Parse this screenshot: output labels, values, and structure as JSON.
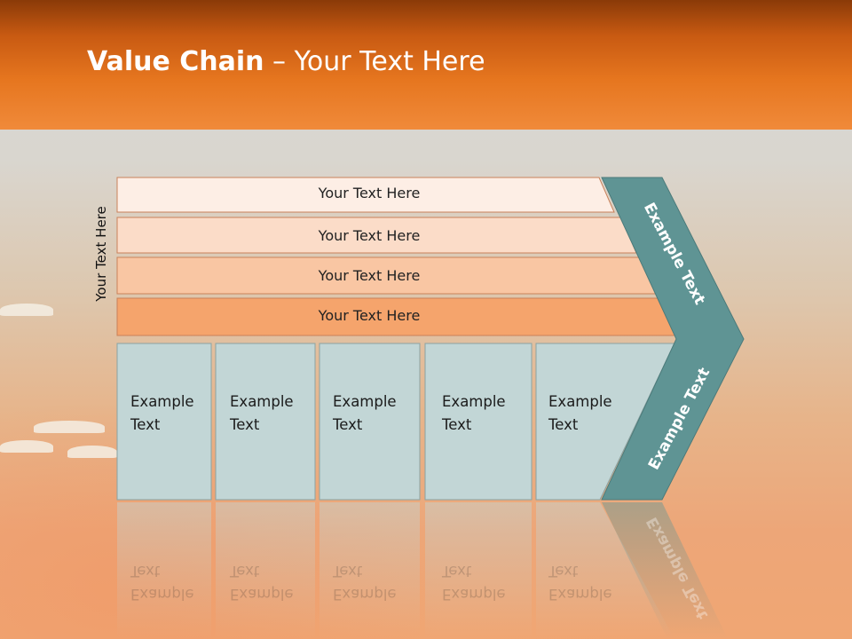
{
  "slide": {
    "title_bold": "Value Chain",
    "title_rest": " – Your Text Here",
    "side_label": "Your Text Here",
    "rows": [
      "Your Text Here",
      "Your Text Here",
      "Your Text Here",
      "Your Text Here"
    ],
    "boxes": [
      {
        "line1": "Example",
        "line2": "Text"
      },
      {
        "line1": "Example",
        "line2": "Text"
      },
      {
        "line1": "Example",
        "line2": "Text"
      },
      {
        "line1": "Example",
        "line2": "Text"
      },
      {
        "line1": "Example",
        "line2": "Text"
      }
    ],
    "arrow_top": "Example Text",
    "arrow_bottom": "Example Text"
  },
  "colors": {
    "header": "#e6761f",
    "row1": "#fdeee5",
    "row2": "#fbdcc8",
    "row3": "#f9c6a3",
    "row4": "#f5a46c",
    "box": "#c2d6d6",
    "arrow": "#5f9494"
  }
}
